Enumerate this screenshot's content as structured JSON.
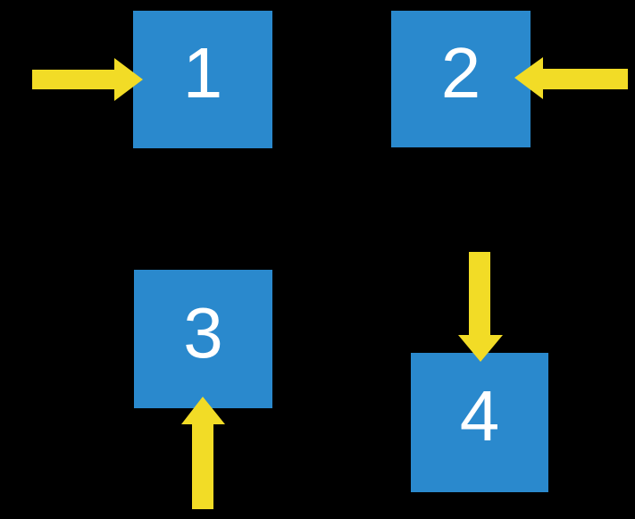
{
  "colors": {
    "canvas_background": "#000000",
    "square_fill": "#2A89CD",
    "arrow_fill": "#F2DC26",
    "label_color": "#FFFFFF"
  },
  "squares": [
    {
      "label": "1",
      "arrow_direction": "right",
      "arrow_icon": "arrow-right-icon"
    },
    {
      "label": "2",
      "arrow_direction": "left",
      "arrow_icon": "arrow-left-icon"
    },
    {
      "label": "3",
      "arrow_direction": "up",
      "arrow_icon": "arrow-up-icon"
    },
    {
      "label": "4",
      "arrow_direction": "down",
      "arrow_icon": "arrow-down-icon"
    }
  ]
}
